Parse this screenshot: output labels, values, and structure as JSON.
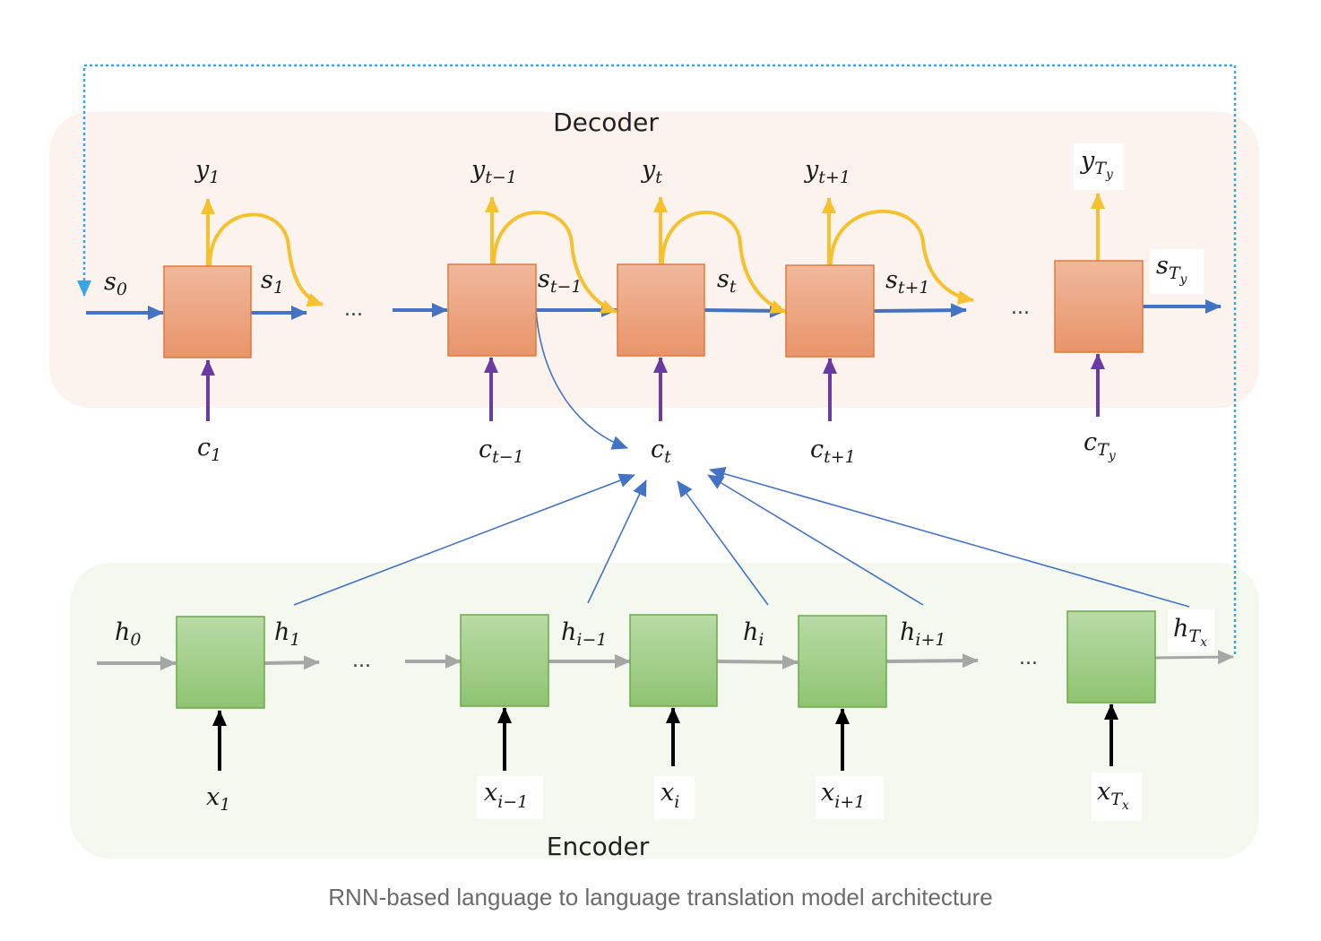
{
  "diagram": {
    "decoder_title": "Decoder",
    "encoder_title": "Encoder",
    "ellipsis": "...",
    "decoder": {
      "outputs": [
        {
          "base": "y",
          "sub": "1"
        },
        {
          "base": "y",
          "sub": "t−1"
        },
        {
          "base": "y",
          "sub": "t"
        },
        {
          "base": "y",
          "sub": "t+1"
        },
        {
          "base": "y",
          "sub": "T",
          "subsub": "y"
        }
      ],
      "states": [
        {
          "base": "s",
          "sub": "0"
        },
        {
          "base": "s",
          "sub": "1"
        },
        {
          "base": "s",
          "sub": "t−1"
        },
        {
          "base": "s",
          "sub": "t"
        },
        {
          "base": "s",
          "sub": "t+1"
        },
        {
          "base": "s",
          "sub": "T",
          "subsub": "y"
        }
      ],
      "contexts": [
        {
          "base": "c",
          "sub": "1"
        },
        {
          "base": "c",
          "sub": "t−1"
        },
        {
          "base": "c",
          "sub": "t"
        },
        {
          "base": "c",
          "sub": "t+1"
        },
        {
          "base": "c",
          "sub": "T",
          "subsub": "y"
        }
      ]
    },
    "encoder": {
      "hidden": [
        {
          "base": "h",
          "sub": "0"
        },
        {
          "base": "h",
          "sub": "1"
        },
        {
          "base": "h",
          "sub": "i−1"
        },
        {
          "base": "h",
          "sub": "i"
        },
        {
          "base": "h",
          "sub": "i+1"
        },
        {
          "base": "h",
          "sub": "T",
          "subsub": "x"
        }
      ],
      "inputs": [
        {
          "base": "x",
          "sub": "1"
        },
        {
          "base": "x",
          "sub": "i−1"
        },
        {
          "base": "x",
          "sub": "i"
        },
        {
          "base": "x",
          "sub": "i+1"
        },
        {
          "base": "x",
          "sub": "T",
          "subsub": "x"
        }
      ]
    }
  },
  "caption": "RNN-based language to language translation model architecture",
  "colors": {
    "decoder_cell": "#eda882",
    "encoder_cell": "#a8cf8f",
    "decoder_bg": "#fdf3ee",
    "encoder_bg": "#f4f8ef",
    "output_arrow": "#f5c12e",
    "state_arrow": "#4472c4",
    "context_arrow": "#6a3ba0",
    "input_arrow": "#000000",
    "hidden_arrow": "#a6a6a6",
    "feedback_dotted": "#3aa6e0"
  }
}
